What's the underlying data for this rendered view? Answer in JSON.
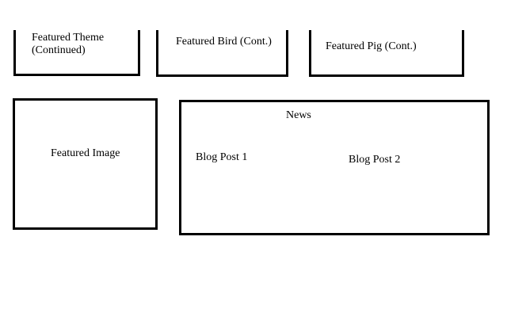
{
  "boxes": {
    "featured_theme": {
      "line1": "Featured Theme",
      "line2": "(Continued)"
    },
    "featured_bird": {
      "label": "Featured Bird (Cont.)"
    },
    "featured_pig": {
      "label": "Featured Pig (Cont.)"
    },
    "featured_image": {
      "label": "Featured Image"
    },
    "news": {
      "title": "News",
      "posts": [
        "Blog Post 1",
        "Blog Post 2"
      ]
    }
  },
  "colors": {
    "border": "#000000",
    "background": "#ffffff"
  }
}
